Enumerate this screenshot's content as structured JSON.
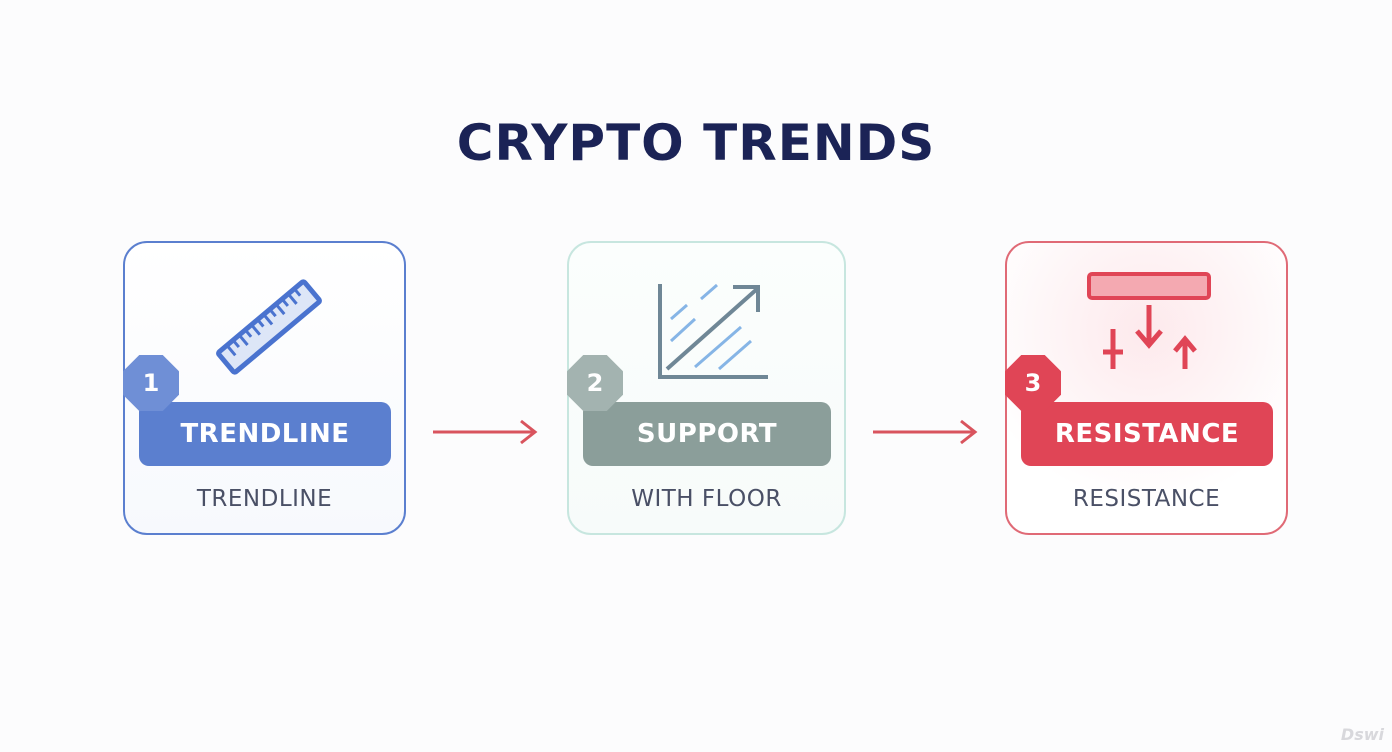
{
  "title": "CRYPTO TRENDS",
  "steps": [
    {
      "number": "1",
      "label": "TRENDLINE",
      "caption": "TRENDLINE",
      "icon": "ruler-icon",
      "color": "#5b7fcf"
    },
    {
      "number": "2",
      "label": "SUPPORT",
      "caption": "WITH FLOOR",
      "icon": "trend-chart-icon",
      "color": "#8b9e9a"
    },
    {
      "number": "3",
      "label": "RESISTANCE",
      "caption": "RESISTANCE",
      "icon": "resistance-arrows-icon",
      "color": "#e04556"
    }
  ],
  "connectors": [
    {
      "icon": "right-arrow-icon",
      "color": "#d9545e"
    },
    {
      "icon": "right-arrow-icon",
      "color": "#d9545e"
    }
  ],
  "watermark": "Dswi"
}
